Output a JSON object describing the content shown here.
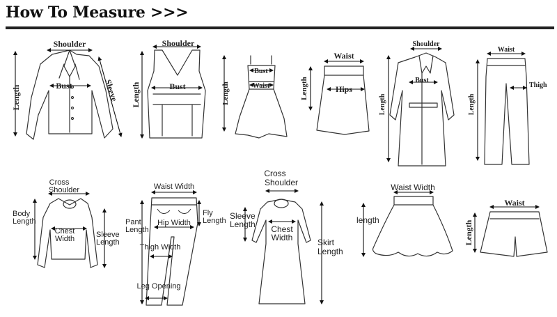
{
  "header": {
    "title": "How To Measure",
    "arrows": ">>>"
  },
  "garments": {
    "blouse": {
      "shoulder": "Shoulder",
      "bust": "Bust",
      "length": "Length",
      "sleeve": "Sleeve"
    },
    "tank": {
      "shoulder": "Shoulder",
      "bust": "Bust",
      "length": "Length"
    },
    "dress": {
      "bust": "Bust",
      "waist": "Waist",
      "length": "Length"
    },
    "skirt": {
      "waist": "Waist",
      "hips": "Hips",
      "length": "Length"
    },
    "coat": {
      "shoulder": "Shoulder",
      "bust": "Bust",
      "length": "Length"
    },
    "pants": {
      "waist": "Waist",
      "thigh": "Thigh",
      "length": "Length"
    },
    "sweater": {
      "cross_line1": "Cross",
      "cross_line2": "Shoulder",
      "body_line1": "Body",
      "body_line2": "Length",
      "chest_line1": "Chest",
      "chest_line2": "Width",
      "sleeve_line1": "Sleeve",
      "sleeve_line2": "Length"
    },
    "jeans": {
      "waist_width": "Waist Width",
      "fly_line1": "Fly",
      "fly_line2": "Length",
      "pant_line1": "Pant",
      "pant_line2": "Length",
      "hip_width": "Hip Width",
      "thigh_width": "Thigh Width",
      "leg_opening": "Leg Opening"
    },
    "long_dress": {
      "cross_line1": "Cross",
      "cross_line2": "Shoulder",
      "sleeve_line1": "Sleeve",
      "sleeve_line2": "Length",
      "chest_line1": "Chest",
      "chest_line2": "Width",
      "skirt_line1": "Skirt",
      "skirt_line2": "Length"
    },
    "flare_skirt": {
      "waist_width": "Waist Width",
      "length": "length"
    },
    "shorts": {
      "waist": "Waist",
      "length": "Length"
    }
  }
}
